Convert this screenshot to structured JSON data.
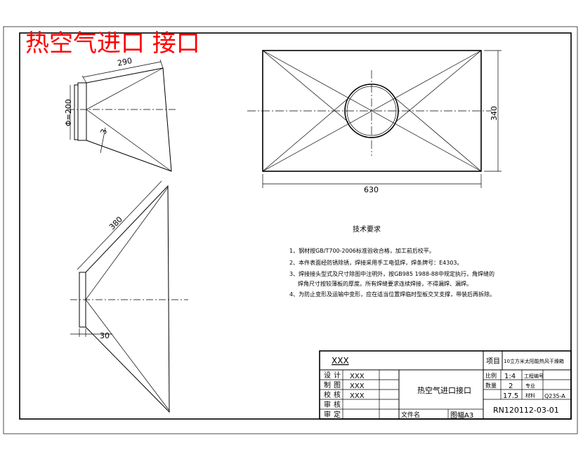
{
  "title": "热空气进口 接口",
  "dimensions": {
    "top_len": "290",
    "dia": "Φ=200",
    "small": "3",
    "width": "630",
    "height": "340",
    "side_len": "380",
    "side_small": "30"
  },
  "notes": {
    "heading": "技术要求",
    "items": [
      "1、钢材按GB/T700-2006标准验收合格，加工前后校平。",
      "2、本件表面经防锈除锈，焊接采用手工电弧焊，焊条牌号：E4303。",
      "3、焊接接头型式及尺寸除图中注明外，按GB985 1988-88中规定执行，角焊缝的",
      "焊角尺寸按较薄板的厚度。所有焊缝要求连续焊接，不得漏焊、漏焊。",
      "4、为防止变形及运输中变形，应在适当位置焊临时型板交叉支撑，带装后再拆除。"
    ]
  },
  "title_block": {
    "company": "XXX",
    "project_label": "项目",
    "project_value": "10立方米太阳能热风干燥箱",
    "rows": [
      {
        "label": "设计",
        "value": "XXX"
      },
      {
        "label": "制图",
        "value": "XXX"
      },
      {
        "label": "校核",
        "value": "XXX"
      },
      {
        "label": "审核",
        "value": ""
      },
      {
        "label": "审定",
        "value": ""
      }
    ],
    "part_name": "热空气进口接口",
    "scale_label": "比例",
    "scale_value": "1:4",
    "drawing_no_label": "工程编号",
    "qty_label": "数量",
    "qty_value": "2",
    "prof_label": "专业",
    "weight_value": "17.5",
    "material_label": "材料",
    "material_value": "Q235-A",
    "file_label": "文件名",
    "sheet_label": "图幅A3",
    "drawing_number": "RN120112-03-01"
  }
}
